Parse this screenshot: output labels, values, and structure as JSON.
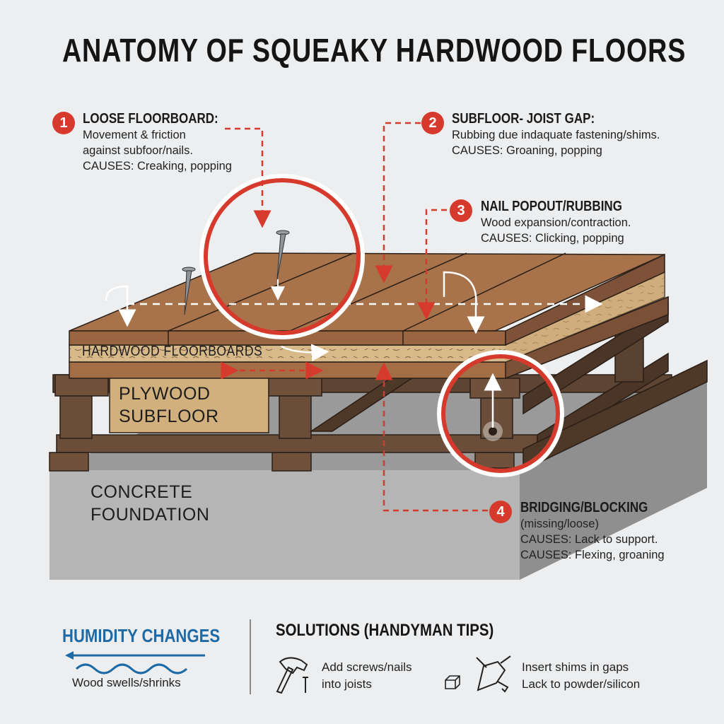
{
  "title": "ANATOMY OF SQUEAKY HARDWOOD FLOORS",
  "callouts": [
    {
      "number": "1",
      "heading": "LOOSE FLOORBOARD:",
      "lines": [
        "Movement & friction",
        "against subfoor/nails.",
        "CAUSES: Creaking, popping"
      ]
    },
    {
      "number": "2",
      "heading": "SUBFLOOR- JOIST GAP:",
      "lines": [
        "Rubbing due indaquate fastening/shims.",
        "CAUSES: Groaning, popping"
      ]
    },
    {
      "number": "3",
      "heading": "NAIL POPOUT/RUBBING",
      "lines": [
        "Wood expansion/contraction.",
        "CAUSES: Clicking, popping"
      ]
    },
    {
      "number": "4",
      "heading": "BRIDGING/BLOCKING",
      "lines": [
        "(missing/loose)",
        "CAUSES: Lack to support.",
        "CAUSES: Flexing, groaning"
      ]
    }
  ],
  "layer_labels": {
    "hardwood": "HARDWOOD FLOORBOARDS",
    "plywood_1": "PLYWOOD",
    "plywood_2": "SUBFLOOR",
    "concrete_1": "CONCRETE",
    "concrete_2": "FOUNDATION"
  },
  "humidity": {
    "heading": "HUMIDITY CHANGES",
    "subtext": "Wood swells/shrinks"
  },
  "solutions": {
    "heading": "SOLUTIONS (HANDYMAN TIPS)",
    "items": [
      {
        "icon": "hammer-nail-icon",
        "lines": [
          "Add screws/nails",
          "into joists"
        ]
      },
      {
        "icon": "shim-drill-icon",
        "lines": [
          "Insert shims in gaps",
          "Lack to powder/silicon"
        ]
      }
    ]
  },
  "colors": {
    "background": "#eceef0",
    "accent_red": "#d63a2c",
    "humidity_blue": "#1e6aa6",
    "board_wood": "#a36e45",
    "subfloor_tan": "#d2b07e",
    "joist_brown": "#5e4533",
    "concrete": "#b4b4b4"
  }
}
